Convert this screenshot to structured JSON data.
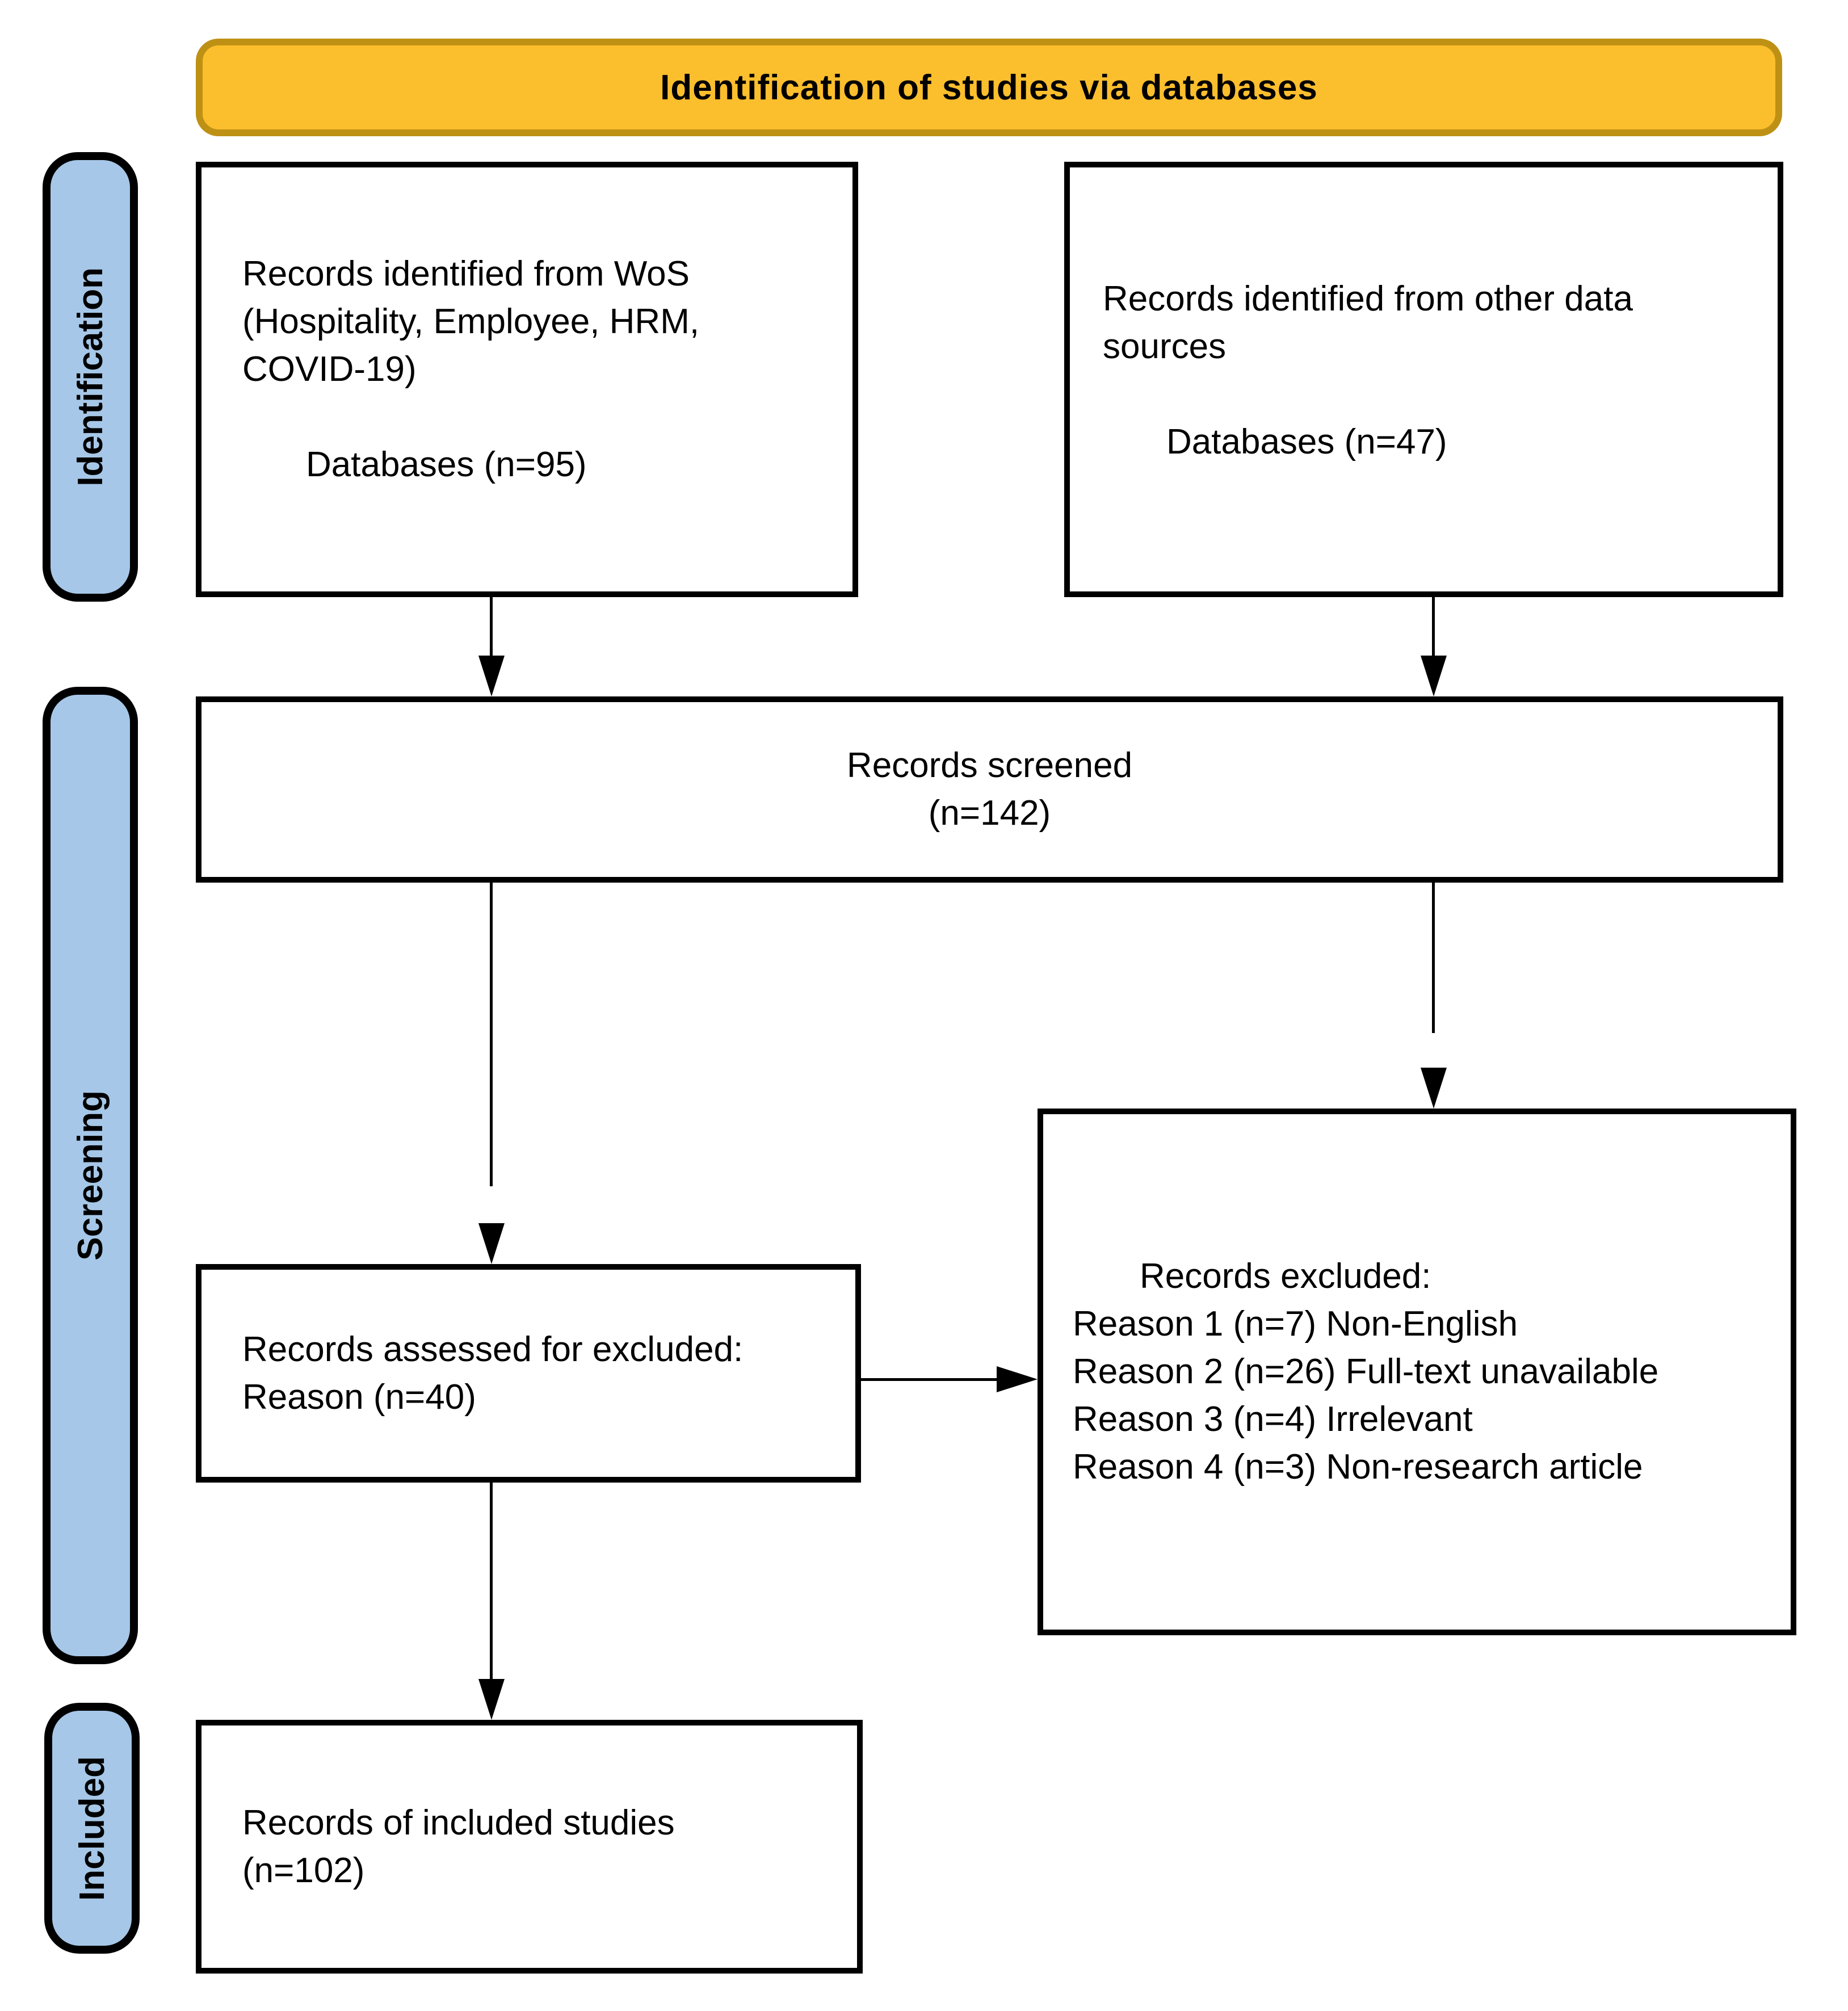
{
  "title": "Identification of studies via databases",
  "stage_labels": [
    "Identification",
    "Screening",
    "Included"
  ],
  "boxes": {
    "records_wos": {
      "lines": [
        "Records identified from WoS",
        "(Hospitality, Employee, HRM,",
        "COVID-19)"
      ],
      "count": "Databases (n=95)"
    },
    "records_other": {
      "lines": [
        "Records identified from other data",
        "sources"
      ],
      "count": "Databases (n=47)"
    },
    "records_screened": {
      "lines": [
        "Records screened",
        "(n=142)"
      ]
    },
    "records_assessed": {
      "lines": [
        "Records assessed for excluded:",
        "Reason (n=40)"
      ]
    },
    "records_excluded": {
      "title": "Records excluded:",
      "reasons": [
        "Reason 1 (n=7) Non-English",
        "Reason 2 (n=26) Full-text unavailable",
        "Reason 3 (n=4) Irrelevant",
        "Reason 4 (n=3) Non-research article"
      ]
    },
    "records_included": {
      "lines": [
        "Records of included studies",
        "(n=102)"
      ]
    }
  },
  "colors": {
    "header_fill": "#FBBE2D",
    "header_border": "#BE9114",
    "stage_fill": "#A6C7E7",
    "stage_border": "#000000",
    "box_border": "#000000",
    "text": "#000000"
  }
}
